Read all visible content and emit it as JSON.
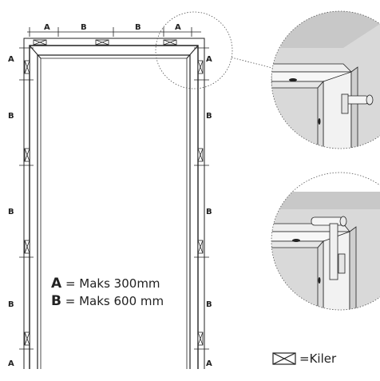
{
  "labels": {
    "a": "A",
    "b": "B",
    "eq": " = "
  },
  "legend": {
    "a_text": "Maks 300mm",
    "b_text": "Maks 600 mm"
  },
  "kiler": {
    "text": "Kiler"
  }
}
